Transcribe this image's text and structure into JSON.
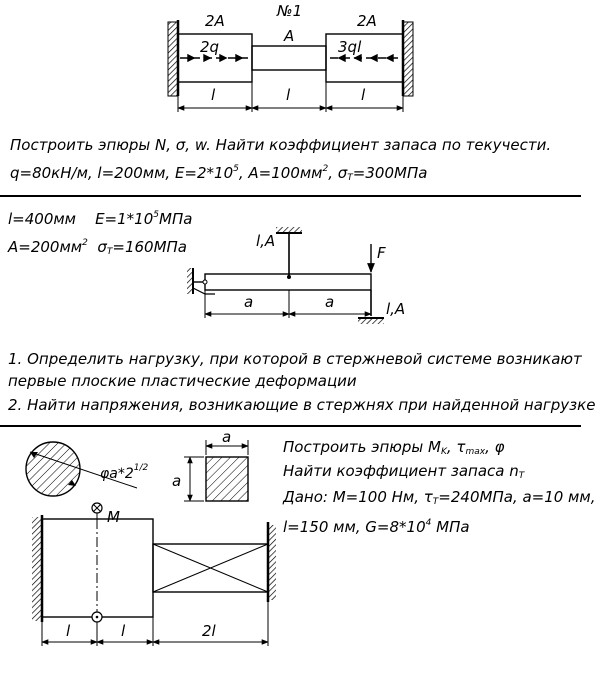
{
  "problem1": {
    "number": "№1",
    "label_left_area": "2A",
    "label_mid_area": "A",
    "label_right_area": "2A",
    "label_left_load": "2q",
    "label_right_load": "3ql",
    "dim_left": "l",
    "dim_mid": "l",
    "dim_right": "l",
    "task_text": "Построить эпюры N, σ, w. Найти коэффициент запаса по текучести.",
    "given_q": "q=80кН/м, l=200мм, E=2*10",
    "given_e_exp": "5",
    "given_a": ", A=100мм",
    "given_a_exp": "2",
    "given_sigma": ", σ",
    "given_sigma_sub": "T",
    "given_sigma_val": "=300МПа"
  },
  "problem2": {
    "given_l": "l=400мм",
    "given_e": "E=1*10",
    "given_e_exp": "5",
    "given_e_unit": "МПа",
    "given_a": "A=200мм",
    "given_a_exp": "2",
    "given_sigma": "σ",
    "given_sigma_sub": "T",
    "given_sigma_val": "=160МПа",
    "rod1_label": "l,A",
    "rod2_label": "l,A",
    "force_label": "F",
    "dim_a1": "a",
    "dim_a2": "a",
    "task_line1": "1. Определить нагрузку, при которой в стержневой системе возникают",
    "task_line2": "первые плоские пластические деформации",
    "task_line3": "2. Найти напряжения, возникающие в стержнях при найденной нагрузке"
  },
  "problem3": {
    "circle_dim": "φa*2",
    "circle_exp": "1/2",
    "square_dim_top": "a",
    "square_dim_side": "a",
    "moment_label": "M",
    "dim_l1": "l",
    "dim_l2": "l",
    "dim_2l": "2l",
    "task_line1_a": "Построить эпюры M",
    "task_line1_sub": "K",
    "task_line1_b": ", τ",
    "task_line1_sub2": "max",
    "task_line1_c": ", φ",
    "task_line2": "Найти коэффициент запаса n",
    "task_line2_sub": "T",
    "task_line3_a": "Дано: M=100 Нм, τ",
    "task_line3_sub": "T",
    "task_line3_b": "=240МПа, a=10 мм,",
    "task_line4_a": "l=150 мм, G=8*10",
    "task_line4_exp": "4",
    "task_line4_b": " МПа"
  }
}
